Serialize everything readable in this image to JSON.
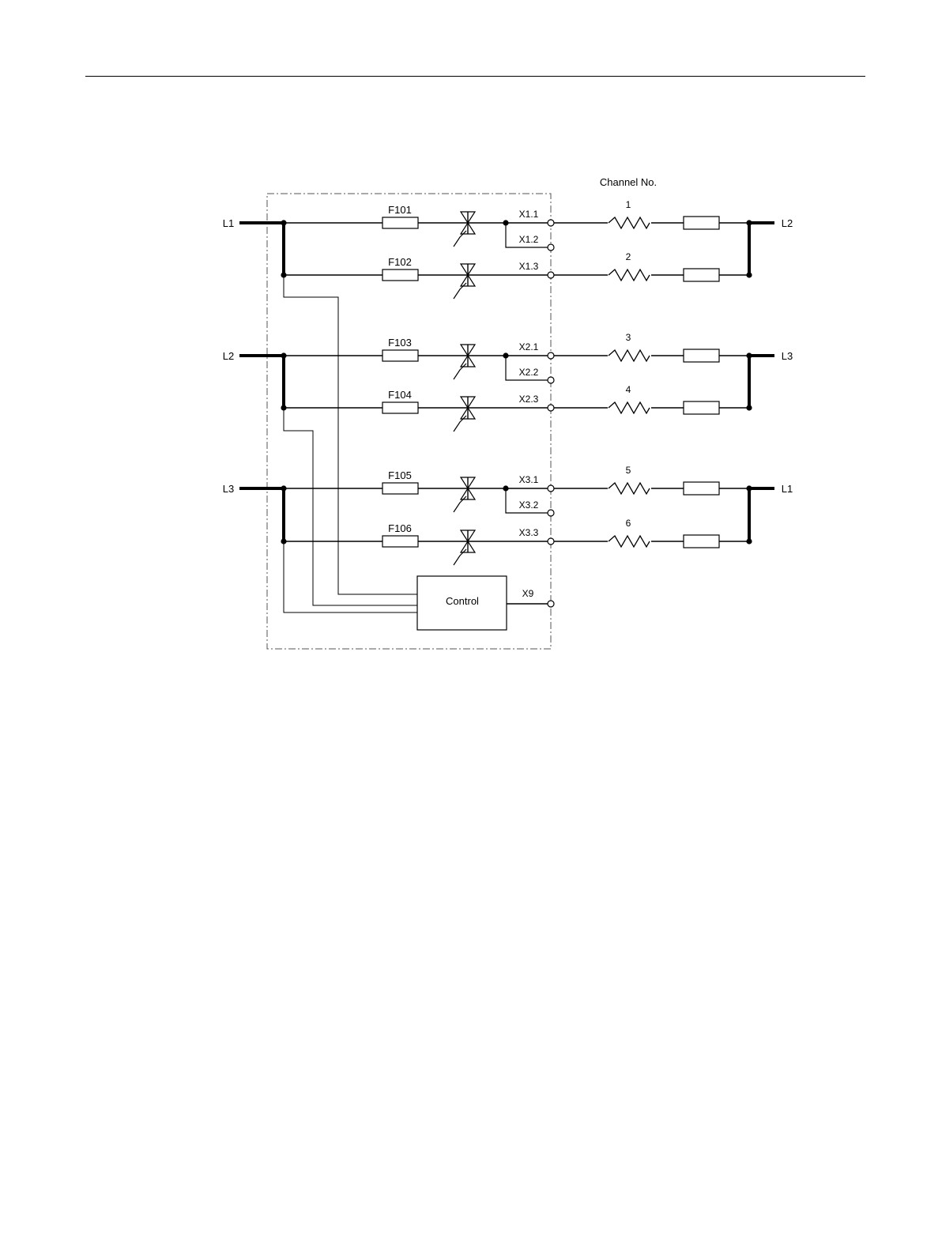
{
  "channel_header": "Channel No.",
  "control_label": "Control",
  "control_terminal": "X9",
  "channels": [
    {
      "phase_in": "L1",
      "phase_out": "L2",
      "fuse": "F101",
      "terminal": "X1.1",
      "aux_terminal": "X1.2",
      "channel_no": "1"
    },
    {
      "phase_in": "",
      "phase_out": "",
      "fuse": "F102",
      "terminal": "X1.3",
      "aux_terminal": "",
      "channel_no": "2"
    },
    {
      "phase_in": "L2",
      "phase_out": "L3",
      "fuse": "F103",
      "terminal": "X2.1",
      "aux_terminal": "X2.2",
      "channel_no": "3"
    },
    {
      "phase_in": "",
      "phase_out": "",
      "fuse": "F104",
      "terminal": "X2.3",
      "aux_terminal": "",
      "channel_no": "4"
    },
    {
      "phase_in": "L3",
      "phase_out": "L1",
      "fuse": "F105",
      "terminal": "X3.1",
      "aux_terminal": "X3.2",
      "channel_no": "5"
    },
    {
      "phase_in": "",
      "phase_out": "",
      "fuse": "F106",
      "terminal": "X3.3",
      "aux_terminal": "",
      "channel_no": "6"
    }
  ]
}
